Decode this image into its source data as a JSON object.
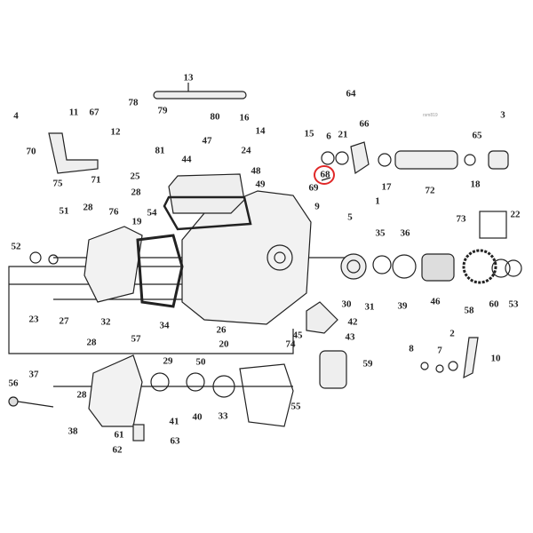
{
  "diagram": {
    "code": "rsm819",
    "highlight_color": "#e02828",
    "highlighted_part": "68",
    "part_labels": [
      "13",
      "64",
      "16",
      "14",
      "15",
      "4",
      "11",
      "67",
      "70",
      "75",
      "71",
      "12",
      "78",
      "79",
      "80",
      "81",
      "47",
      "24",
      "44",
      "25",
      "28",
      "48",
      "49",
      "6",
      "21",
      "66",
      "3",
      "65",
      "68",
      "69",
      "1",
      "17",
      "72",
      "18",
      "9",
      "5",
      "73",
      "22",
      "51",
      "28",
      "76",
      "19",
      "54",
      "52",
      "35",
      "36",
      "23",
      "27",
      "32",
      "34",
      "31",
      "30",
      "39",
      "46",
      "58",
      "60",
      "53",
      "42",
      "45",
      "43",
      "74",
      "26",
      "20",
      "59",
      "8",
      "7",
      "2",
      "10",
      "28",
      "57",
      "29",
      "50",
      "37",
      "56",
      "28",
      "41",
      "40",
      "33",
      "55",
      "38",
      "61",
      "63",
      "62"
    ]
  }
}
